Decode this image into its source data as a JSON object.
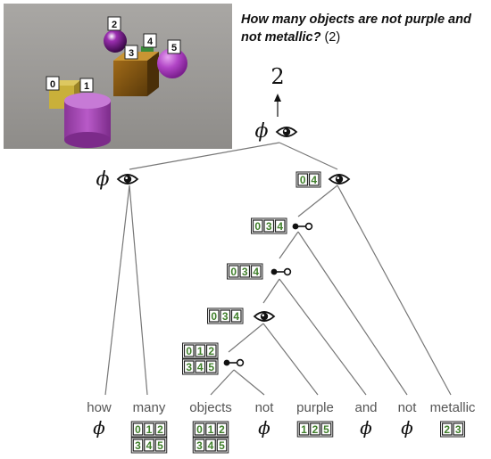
{
  "question": {
    "text": "How many objects are not purple and not metallic?",
    "answer_paren": "(2)"
  },
  "answer": "2",
  "phi": "ϕ",
  "scene_labels": [
    "0",
    "1",
    "2",
    "3",
    "4",
    "5"
  ],
  "words": [
    {
      "text": "how",
      "sym": "ϕ",
      "set": []
    },
    {
      "text": "many",
      "sym": "",
      "set": [
        "0",
        "1",
        "2",
        "3",
        "4",
        "5"
      ]
    },
    {
      "text": "objects",
      "sym": "",
      "set": [
        "0",
        "1",
        "2",
        "3",
        "4",
        "5"
      ]
    },
    {
      "text": "not",
      "sym": "ϕ",
      "set": []
    },
    {
      "text": "purple",
      "sym": "",
      "set": [
        "1",
        "2",
        "5"
      ]
    },
    {
      "text": "and",
      "sym": "ϕ",
      "set": []
    },
    {
      "text": "not",
      "sym": "ϕ",
      "set": []
    },
    {
      "text": "metallic",
      "sym": "",
      "set": [
        "2",
        "3"
      ]
    }
  ],
  "nodes": {
    "root": {
      "set": [],
      "label": "ϕ",
      "op": "eye"
    },
    "left": {
      "set": [],
      "label": "ϕ",
      "op": "eye"
    },
    "right": {
      "set": [
        "0",
        "4"
      ],
      "label": "",
      "op": "eye"
    },
    "not1": {
      "set": [
        "0",
        "3",
        "4"
      ],
      "label": "",
      "op": "not"
    },
    "not2": {
      "set": [
        "0",
        "3",
        "4"
      ],
      "label": "",
      "op": "not"
    },
    "eyeMid": {
      "set": [
        "0",
        "3",
        "4"
      ],
      "label": "",
      "op": "eye"
    },
    "notLow": {
      "set": [
        "0",
        "1",
        "2",
        "3",
        "4",
        "5"
      ],
      "label": "",
      "op": "not"
    }
  }
}
